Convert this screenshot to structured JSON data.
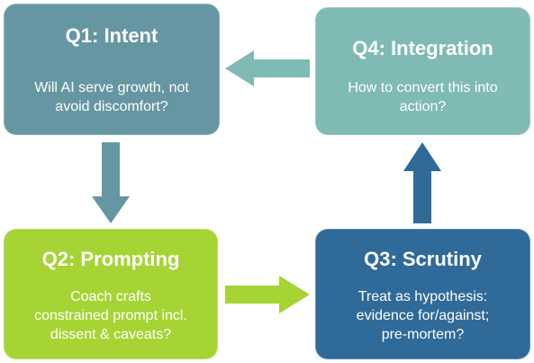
{
  "boxes": {
    "q1": {
      "title": "Q1: Intent",
      "question_lines": [
        "Will AI serve growth, not",
        "avoid discomfort?"
      ],
      "color": "#6796a3"
    },
    "q2": {
      "title": "Q2: Prompting",
      "question_lines": [
        "Coach crafts",
        "constrained prompt incl.",
        "dissent & caveats?"
      ],
      "color": "#a6d434"
    },
    "q3": {
      "title": "Q3: Scrutiny",
      "question_lines": [
        "Treat as hypothesis:",
        "evidence for/against;",
        "pre-mortem?"
      ],
      "color": "#2f6a99"
    },
    "q4": {
      "title": "Q4: Integration",
      "question_lines": [
        "How to convert this into",
        "action?"
      ],
      "color": "#80bab4"
    }
  },
  "arrows": {
    "q4_to_q1": {
      "color": "#80bab4"
    },
    "q1_to_q2": {
      "color": "#6796a3"
    },
    "q2_to_q3": {
      "color": "#a6d434"
    },
    "q3_to_q4": {
      "color": "#2f6a99"
    }
  }
}
